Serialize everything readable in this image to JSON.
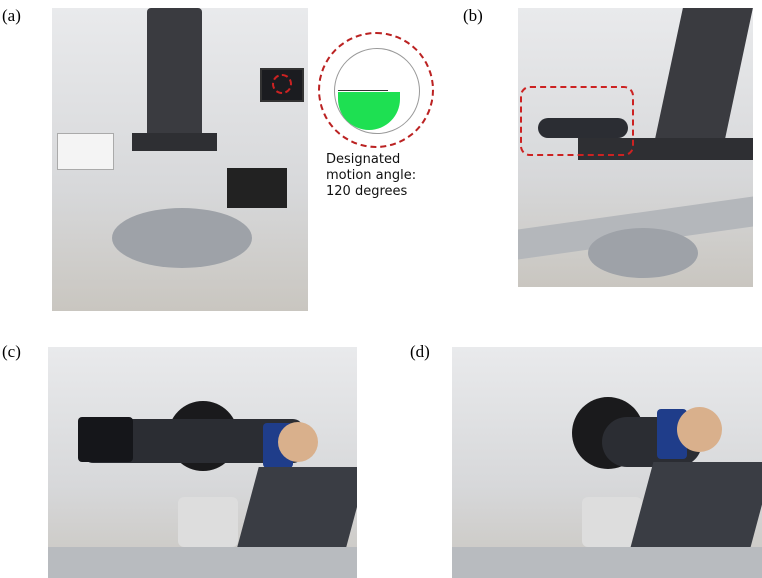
{
  "panels": [
    {
      "label": "(a)"
    },
    {
      "label": "(b)"
    },
    {
      "label": "(c)"
    },
    {
      "label": "(d)"
    }
  ],
  "annotation": {
    "lines": [
      "Designated",
      "motion angle:",
      "120 degrees"
    ]
  },
  "colors": {
    "highlight": "#cc2222",
    "motion_range": "#1ee052"
  }
}
